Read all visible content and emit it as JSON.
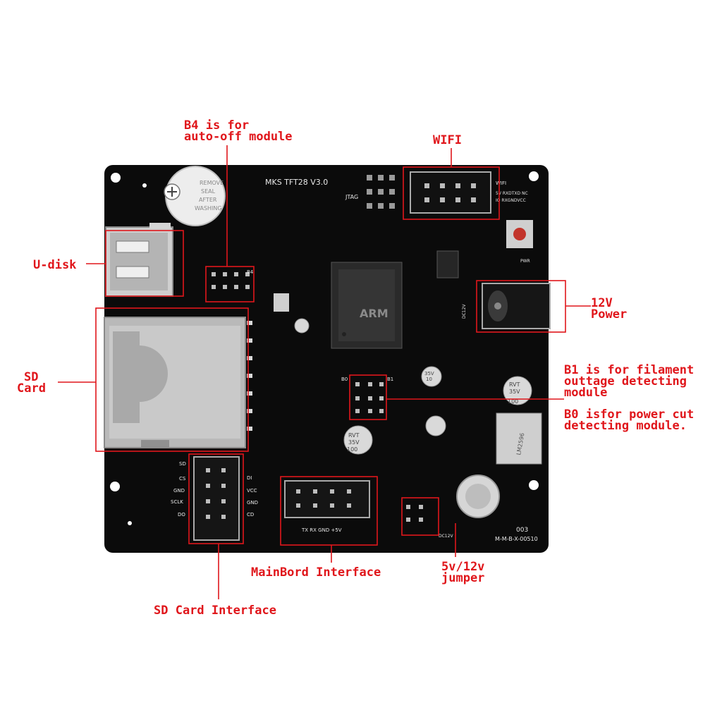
{
  "board": {
    "model": "MKS TFT28 V3.0",
    "jtag": "JTAG",
    "wifi_silk": "WIFI",
    "wifi_pins": [
      "5V RXDTXD NC",
      "IO RXGNDVCC"
    ],
    "buzzer_text": [
      "REMOVE",
      "SEAL",
      "AFTER",
      "WASHING"
    ],
    "cap_text": [
      "100",
      "35V",
      "RVT"
    ],
    "cap_small": [
      "10",
      "35V"
    ],
    "mcu_brand": "ARM",
    "regulator": "LM2596",
    "sd_pins_left": [
      "SD",
      "CS",
      "GND",
      "SCLK",
      "DO"
    ],
    "sd_pins_right": [
      "DI",
      "VCC",
      "GND",
      "CD"
    ],
    "main_pins": "TX RX GND +5V",
    "serial": "M-M-B-X-00510",
    "batch": "003",
    "dc12v": "DC12V",
    "pwr": "PWR",
    "b0": "B0",
    "b1": "B1",
    "b4": "B4"
  },
  "annotations": {
    "b4_line1": "B4 is for",
    "b4_line2": "auto-off module",
    "wifi": "WIFI",
    "udisk": "U-disk",
    "power_line1": "12V",
    "power_line2": "Power",
    "sd_line1": "SD",
    "sd_line2": "Card",
    "b1_line1": "B1 is for filament",
    "b1_line2": "outtage detecting",
    "b1_line3": "module",
    "b0_line1": "B0 isfor power cut",
    "b0_line2": "detecting module.",
    "mainboard": "MainBord Interface",
    "jumper_line1": "5v/12v",
    "jumper_line2": "jumper",
    "sd_interface": "SD Card Interface"
  },
  "colors": {
    "annotation": "#e0161b",
    "pcb": "#0b0b0b",
    "silkscreen": "#e8e8e8"
  }
}
